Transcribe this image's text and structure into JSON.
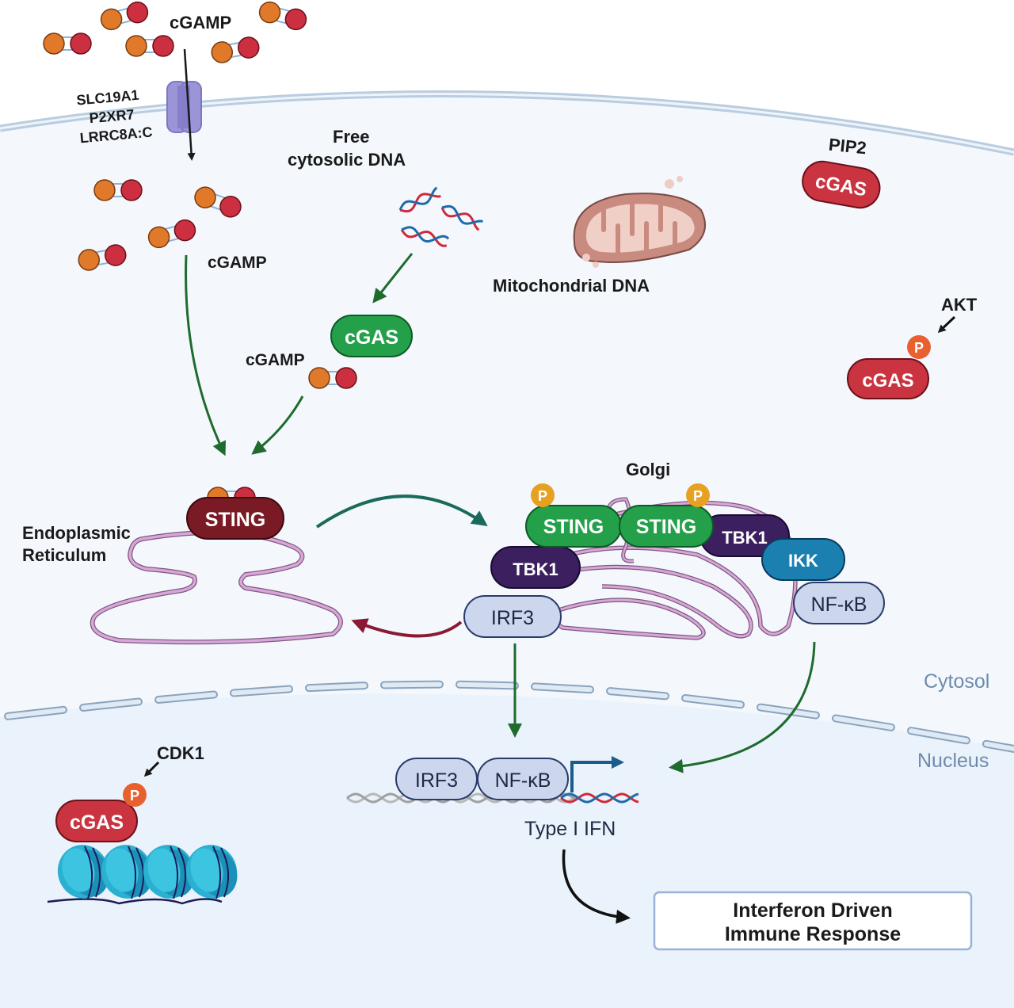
{
  "title": "cGAS-STING signaling pathway",
  "colors": {
    "cytosol_bg": "#f4f8fd",
    "nucleus_bg": "#eaf2fb",
    "membrane": "#b9cde0",
    "cgamp_orange": "#e07a2a",
    "cgamp_red": "#cc2f3f",
    "cgas_red": "#c93440",
    "cgas_green": "#24a04a",
    "sting_er": "#7a1a24",
    "sting_golgi": "#24a04a",
    "tbk1": "#3b1f5e",
    "ikk": "#1b7fb0",
    "irf3_nfkb": "#ccd6ec",
    "phospho": "#e8a020",
    "phospho_red": "#e86030",
    "arrow_green": "#1f6b2e",
    "arrow_teal": "#1a6a5c",
    "arrow_maroon": "#8a1a34",
    "er_golgi": "#c68ec6",
    "nucleosome": "#2ab0d0"
  },
  "labels": {
    "cgamp_extracellular": "cGAMP",
    "transporters": [
      "SLC19A1",
      "P2XR7",
      "LRRC8A:C"
    ],
    "cgamp_cytosol": "cGAMP",
    "free_dna": [
      "Free",
      "cytosolic DNA"
    ],
    "cgas_active": "cGAS",
    "cgamp_produced": "cGAMP",
    "mito": "Mitochondrial DNA",
    "pip2": "PIP2",
    "cgas_pip2": "cGAS",
    "akt": "AKT",
    "cgas_akt": "cGAS",
    "phospho": "P",
    "er": [
      "Endoplasmic",
      "Reticulum"
    ],
    "sting_er": "STING",
    "golgi": "Golgi",
    "sting_golgi_1": "STING",
    "sting_golgi_2": "STING",
    "tbk1_left": "TBK1",
    "tbk1_right": "TBK1",
    "ikk": "IKK",
    "irf3_golgi": "IRF3",
    "nfkb_golgi": "NF-κB",
    "cytosol": "Cytosol",
    "nucleus": "Nucleus",
    "cdk1": "CDK1",
    "cgas_nucleus": "cGAS",
    "irf3_nucleus": "IRF3",
    "nfkb_nucleus": "NF-κB",
    "type_i_ifn": "Type I IFN",
    "response": [
      "Interferon Driven",
      "Immune Response"
    ]
  }
}
